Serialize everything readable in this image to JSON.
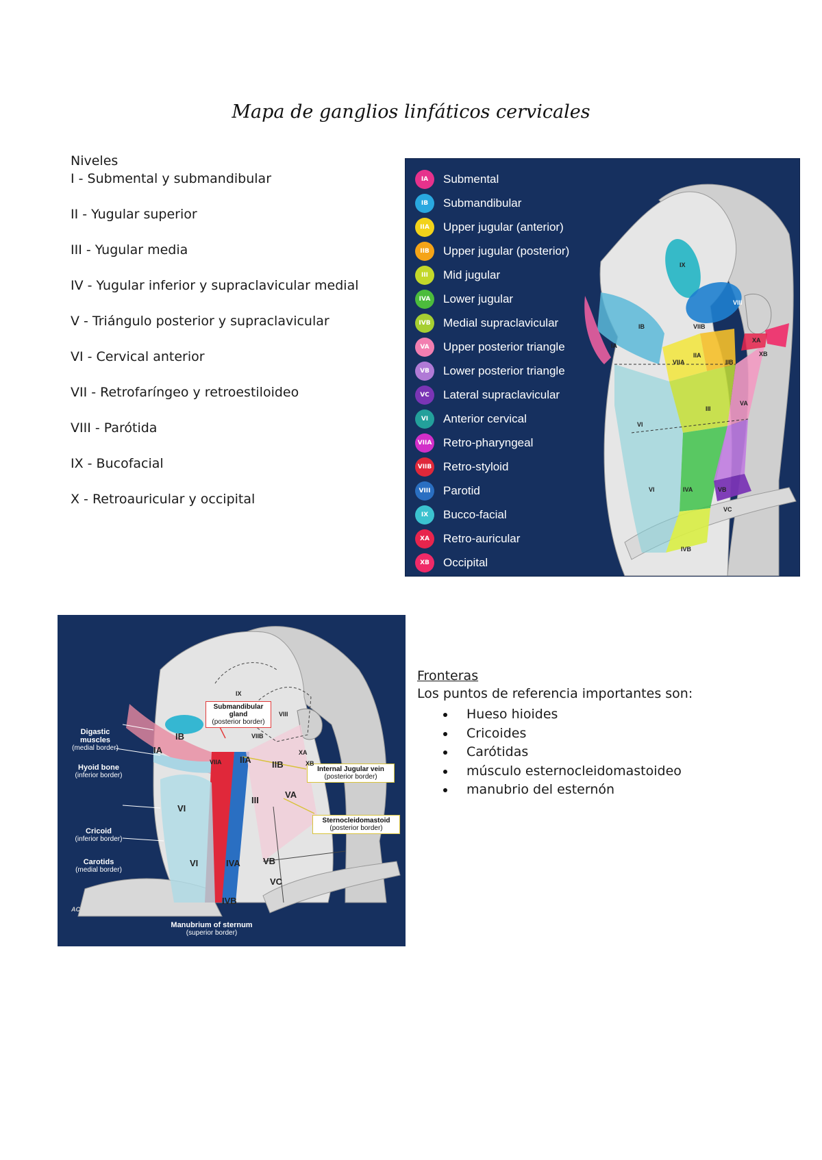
{
  "title": "Mapa de ganglios linfáticos cervicales",
  "levels": {
    "heading": "Niveles",
    "items": [
      "I - Submental y submandibular",
      "II - Yugular superior",
      "III - Yugular media",
      "IV - Yugular inferior y supraclavicular medial",
      "V - Triángulo posterior y supraclavicular",
      "VI - Cervical anterior",
      "VII - Retrofaríngeo y retroestiloideo",
      "VIII - Parótida",
      "IX - Bucofacial",
      "X - Retroauricular y occipital"
    ]
  },
  "figure1": {
    "legend": [
      {
        "code": "IA",
        "label": "Submental",
        "color": "#e6328c"
      },
      {
        "code": "IB",
        "label": "Submandibular",
        "color": "#29a8e0"
      },
      {
        "code": "IIA",
        "label": "Upper jugular (anterior)",
        "color": "#f2d21a"
      },
      {
        "code": "IIB",
        "label": "Upper jugular (posterior)",
        "color": "#f5a418"
      },
      {
        "code": "III",
        "label": "Mid jugular",
        "color": "#c3d82a"
      },
      {
        "code": "IVA",
        "label": "Lower jugular",
        "color": "#4cbc3c"
      },
      {
        "code": "IVB",
        "label": "Medial supraclavicular",
        "color": "#a6cf32"
      },
      {
        "code": "VA",
        "label": "Upper posterior triangle",
        "color": "#f27eb0"
      },
      {
        "code": "VB",
        "label": "Lower posterior triangle",
        "color": "#b07ad6"
      },
      {
        "code": "VC",
        "label": "Lateral supraclavicular",
        "color": "#7a35b5"
      },
      {
        "code": "VI",
        "label": "Anterior cervical",
        "color": "#23a09b"
      },
      {
        "code": "VIIA",
        "label": "Retro-pharyngeal",
        "color": "#d22fc9"
      },
      {
        "code": "VIIB",
        "label": "Retro-styloid",
        "color": "#e0283a"
      },
      {
        "code": "VIII",
        "label": "Parotid",
        "color": "#2a6fc2"
      },
      {
        "code": "IX",
        "label": "Bucco-facial",
        "color": "#3bc2cf"
      },
      {
        "code": "XA",
        "label": "Retro-auricular",
        "color": "#e8254d"
      },
      {
        "code": "XB",
        "label": "Occipital",
        "color": "#ef2a68"
      }
    ],
    "zone_labels": {
      "ix": "IX",
      "viii": "VIII",
      "viib": "VIIB",
      "ib": "IB",
      "ia": "IA",
      "viia": "VIIA",
      "iia": "IIA",
      "iib": "IIB",
      "xa": "XA",
      "xb": "XB",
      "iii": "III",
      "va": "VA",
      "vi_upper": "VI",
      "vi_lower": "VI",
      "iva": "IVA",
      "vb": "VB",
      "vc": "VC",
      "ivb": "IVB"
    }
  },
  "figure2": {
    "annotations": {
      "digastric": {
        "title": "Digastic",
        "title2": "muscles",
        "sub": "(medial border)"
      },
      "hyoid": {
        "title": "Hyoid bone",
        "sub": "(inferior border)"
      },
      "cricoid": {
        "title": "Cricoid",
        "sub": "(inferior border)"
      },
      "carotids": {
        "title": "Carotids",
        "sub": "(medial border)"
      },
      "manubrium": {
        "title": "Manubrium of sternum",
        "sub": "(superior border)"
      },
      "submandibular": {
        "title": "Submandibular",
        "title2": "gland",
        "sub": "(posterior border)"
      },
      "jugular": {
        "title": "Internal Jugular vein",
        "sub": "(posterior border)"
      },
      "scm": {
        "title": "Sternocleidomastoid",
        "sub": "(posterior border)"
      }
    },
    "zone_labels": {
      "ix": "IX",
      "viii": "VIII",
      "ib": "IB",
      "ia": "IA",
      "viib": "VIIB",
      "viia": "VIIA",
      "iia": "IIA",
      "iib": "IIB",
      "xa": "XA",
      "xb": "XB",
      "iii": "III",
      "va": "VA",
      "vi_upper": "VI",
      "vi_lower": "VI",
      "iva": "IVA",
      "vb": "VB",
      "vc": "VC",
      "ivb": "IVB"
    },
    "signature": "AC"
  },
  "borders": {
    "heading": "Fronteras",
    "intro": "Los puntos de referencia importantes son:",
    "items": [
      "Hueso hioides",
      "Cricoides",
      "Carótidas",
      "músculo esternocleidomastoideo",
      "manubrio del esternón"
    ]
  }
}
